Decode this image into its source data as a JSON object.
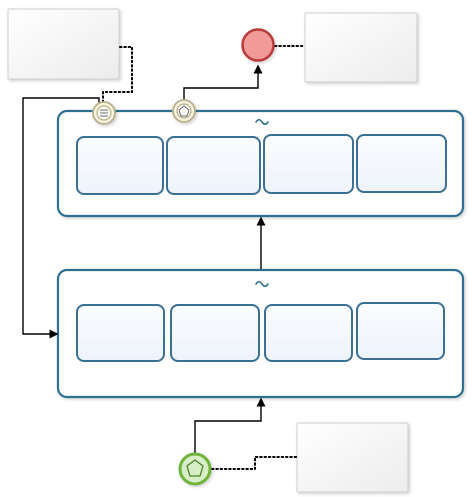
{
  "diagram": {
    "type": "bpmn-process",
    "colors": {
      "container_stroke": "#2f6f8f",
      "task_stroke": "#3b6f93",
      "task_fill": "#f2f6fd",
      "start_event_stroke": "#6fb33e",
      "start_event_fill": "#d7efc7",
      "end_event_stroke": "#b93a3a",
      "end_event_fill": "#f09a9a",
      "intermediate_stroke": "#b7b08a",
      "intermediate_fill": "#f6f2df",
      "connector": "#000000"
    },
    "nodes": [
      {
        "id": "annotation-top-left",
        "kind": "text-annotation",
        "label": ""
      },
      {
        "id": "annotation-top-right",
        "kind": "text-annotation",
        "label": ""
      },
      {
        "id": "annotation-bottom-right",
        "kind": "text-annotation",
        "label": ""
      },
      {
        "id": "subprocess-top",
        "kind": "collapsed-loop-subprocess",
        "label": ""
      },
      {
        "id": "subprocess-bottom",
        "kind": "collapsed-loop-subprocess",
        "label": ""
      },
      {
        "id": "task-top-1",
        "kind": "task",
        "label": ""
      },
      {
        "id": "task-top-2",
        "kind": "task",
        "label": ""
      },
      {
        "id": "task-top-3",
        "kind": "task",
        "label": ""
      },
      {
        "id": "task-top-4",
        "kind": "task",
        "label": ""
      },
      {
        "id": "task-bottom-1",
        "kind": "task",
        "label": ""
      },
      {
        "id": "task-bottom-2",
        "kind": "task",
        "label": ""
      },
      {
        "id": "task-bottom-3",
        "kind": "task",
        "label": ""
      },
      {
        "id": "task-bottom-4",
        "kind": "task",
        "label": ""
      },
      {
        "id": "start-event",
        "kind": "start-event-pentagon",
        "label": ""
      },
      {
        "id": "end-event",
        "kind": "end-event",
        "label": ""
      },
      {
        "id": "boundary-event-1",
        "kind": "intermediate-boundary-event",
        "label": ""
      },
      {
        "id": "boundary-event-2",
        "kind": "intermediate-boundary-event",
        "label": ""
      }
    ],
    "edges": [
      {
        "from": "start-event",
        "to": "subprocess-bottom",
        "kind": "sequence-flow"
      },
      {
        "from": "subprocess-bottom",
        "to": "subprocess-top",
        "kind": "sequence-flow"
      },
      {
        "from": "boundary-event-2",
        "to": "end-event",
        "kind": "sequence-flow"
      },
      {
        "from": "boundary-event-1",
        "to": "subprocess-bottom",
        "kind": "sequence-flow"
      },
      {
        "from": "boundary-event-1",
        "to": "annotation-top-left",
        "kind": "association"
      },
      {
        "from": "end-event",
        "to": "annotation-top-right",
        "kind": "association"
      },
      {
        "from": "start-event",
        "to": "annotation-bottom-right",
        "kind": "association"
      }
    ]
  }
}
